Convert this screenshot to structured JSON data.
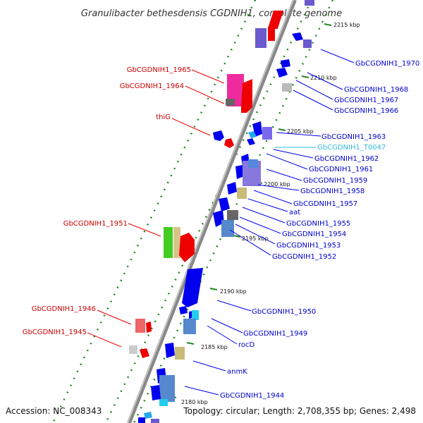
{
  "title": "Granulibacter bethesdensis CGDNIH1, complete genome",
  "accession": "Accession: NC_008343",
  "topology": "Topology: circular; Length: 2,708,355 bp; Genes: 2,498",
  "kbp_marks": [
    "2215 kbp",
    "2210 kbp",
    "2205 kbp",
    "2200 kbp",
    "2195 kbp",
    "2190 kbp",
    "2185 kbp",
    "2180 kbp"
  ],
  "labels_left": [
    "GbCGDNIH1_1965",
    "GbCGDNIH1_1964",
    "thiG",
    "GbCGDNIH1_1951",
    "GbCGDNIH1_1946",
    "GbCGDNIH1_1945"
  ],
  "labels_right": [
    "GbCGDNIH1_1970",
    "GbCGDNIH1_1968",
    "GbCGDNIH1_1967",
    "GbCGDNIH1_1966",
    "GbCGDNIH1_1963",
    "GbCGDNIH1_T0047",
    "GbCGDNIH1_1962",
    "GbCGDNIH1_1961",
    "GbCGDNIH1_1959",
    "GbCGDNIH1_1958",
    "GbCGDNIH1_1957",
    "aat",
    "GbCGDNIH1_1955",
    "GbCGDNIH1_1954",
    "GbCGDNIH1_1953",
    "GbCGDNIH1_1952",
    "GbCGDNIH1_1950",
    "GbCGDNIH1_1949",
    "rocD",
    "anmK",
    "GbCGDNIH1_1944"
  ],
  "colors": {
    "forward_gene": "#ff0000",
    "reverse_gene": "#0000ee",
    "trna": "#33ccee",
    "left_label": "#cc0000",
    "right_label": "#0000cc",
    "ticks": "#228822",
    "backbone": "#999999"
  }
}
